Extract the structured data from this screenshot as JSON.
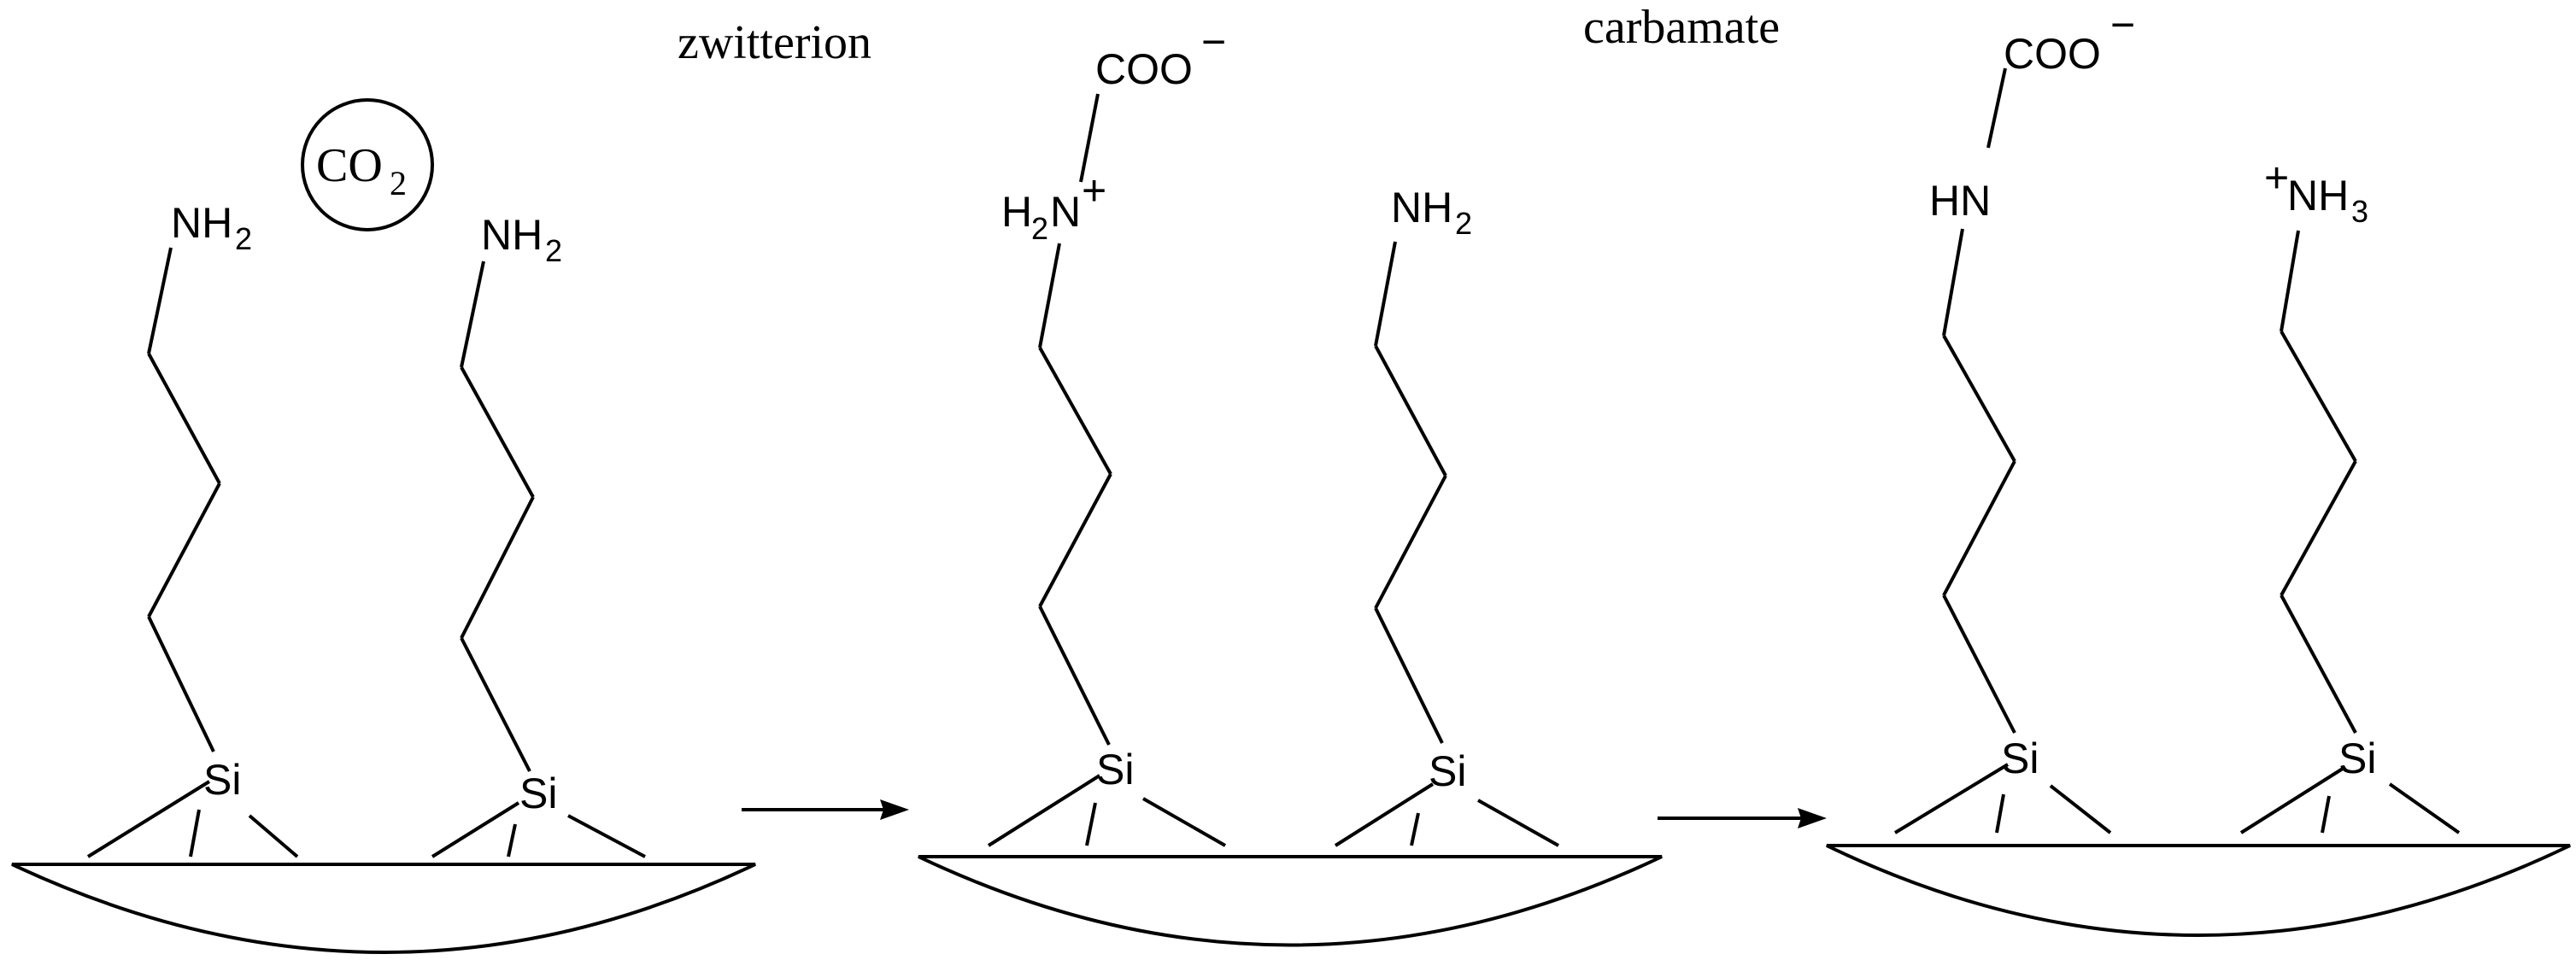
{
  "captions": {
    "zwitterion": "zwitterion",
    "carbamate": "carbamate"
  },
  "reagent": {
    "co2_main": "CO",
    "co2_sub": "2"
  },
  "labels": {
    "silicon": "Si",
    "amine_N": "NH",
    "amine_sub": "2",
    "ammonium_H": "H",
    "ammonium_sub": "2",
    "ammonium_N": "N",
    "ammonium_charge": "+",
    "carboxylate": "COO",
    "carboxylate_charge": "−",
    "carbamate_N": "HN",
    "protonated_charge": "+",
    "protonated_N": "NH",
    "protonated_sub": "3"
  },
  "icons": {
    "surface": "silica-surface-icon",
    "arrow": "reaction-arrow-icon",
    "circle": "co2-circle-icon"
  }
}
